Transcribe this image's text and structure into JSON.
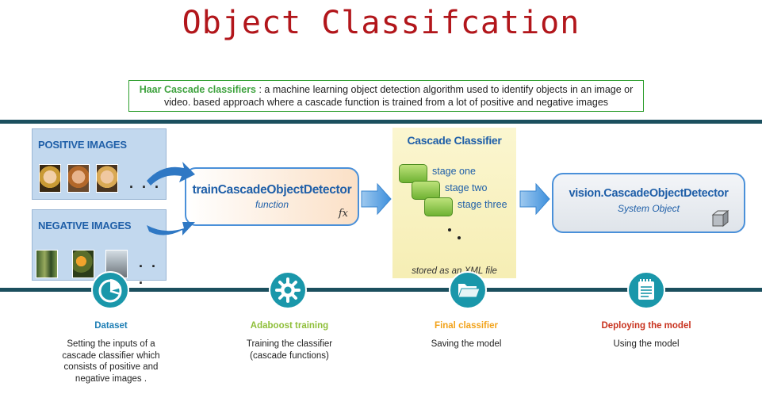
{
  "title": "Object Classifcation",
  "intro": {
    "highlight": "Haar Cascade classifiers",
    "text": " : a machine learning object detection algorithm used to identify objects in an image or video. based approach where a cascade function is trained from a lot of positive and negative images"
  },
  "diagram": {
    "positive_label": "POSITIVE IMAGES",
    "negative_label": "NEGATIVE IMAGES",
    "ellipsis": ". . .",
    "train_function": {
      "name": "trainCascadeObjectDetector",
      "subtitle": "function",
      "icon_text": "fx"
    },
    "cascade_classifier": {
      "title": "Cascade Classifier",
      "stages": [
        "stage one",
        "stage two",
        "stage three"
      ],
      "footer": "stored as an XML file"
    },
    "system_object": {
      "name": "vision.CascadeObjectDetector",
      "subtitle": "System Object",
      "icon": "cube-icon"
    }
  },
  "steps": [
    {
      "title": "Dataset",
      "description": "Setting the inputs of a cascade classifier which consists of positive and negative images .",
      "color": "#1f7fb5",
      "icon": "pie-chart-icon"
    },
    {
      "title": "Adaboost training",
      "description": "Training the classifier (cascade functions)",
      "color": "#8fbf3a",
      "icon": "gear-icon"
    },
    {
      "title": "Final classifier",
      "description": "Saving the model",
      "color": "#f2a31b",
      "icon": "folder-icon"
    },
    {
      "title": "Deploying the model",
      "description": "Using the model",
      "color": "#c8321e",
      "icon": "notepad-icon"
    }
  ],
  "colors": {
    "title": "#b2161b",
    "band": "#1b4f5e",
    "step_circle": "#1a97aa",
    "box_blue": "#1f5fa8"
  }
}
